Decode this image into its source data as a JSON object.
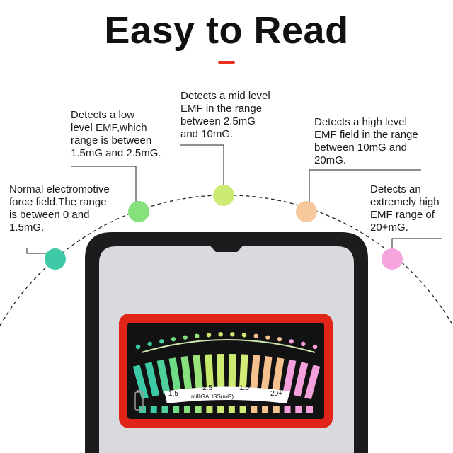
{
  "title": "Easy to Read",
  "levels": [
    {
      "text": "Normal electromotive\nforce field.The range\nis between 0 and\n1.5mG.",
      "color": "#3ec9a7"
    },
    {
      "text": "Detects a low\nlevel EMF,which\nrange is between\n1.5mG and 2.5mG.",
      "color": "#86e07c"
    },
    {
      "text": "Detects a mid level\nEMF in the range\nbetween 2.5mG\nand 10mG.",
      "color": "#cdeb72"
    },
    {
      "text": "Detects a high level\nEMF field in the range\nbetween 10mG and\n20mG.",
      "color": "#f7c89c"
    },
    {
      "text": "Detects an\nextremely high\nEMF range of\n20+mG.",
      "color": "#f6a4dd"
    }
  ],
  "meter": {
    "scale_labels": [
      "1.5",
      "2.5",
      "1.0",
      "20+"
    ],
    "unit_label": "milliGAUSS(mG)",
    "bar_colors": [
      "#3cc9a6",
      "#3cc9a6",
      "#4fd09a",
      "#6edb85",
      "#86e07c",
      "#9be47a",
      "#c8ea6a",
      "#cdeb72",
      "#cdeb72",
      "#d2ec78",
      "#f5c18e",
      "#f5c18e",
      "#f5c18e",
      "#f4a0dc",
      "#f4a0dc",
      "#f4a0dc"
    ]
  },
  "colors": {
    "accent": "#e8321e",
    "frame": "#e02418"
  }
}
